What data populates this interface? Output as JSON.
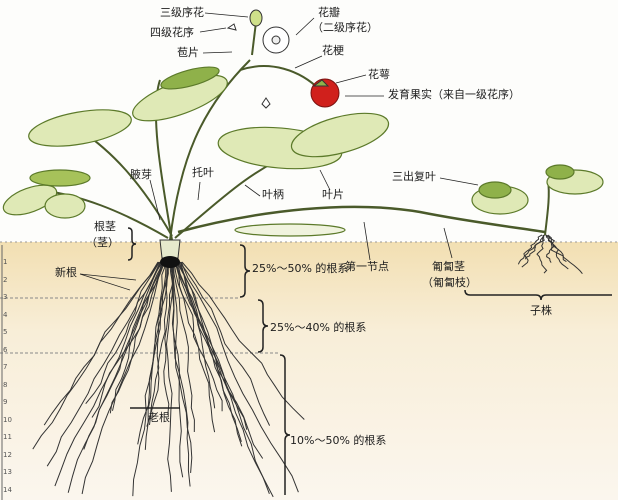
{
  "labels": {
    "tertiary_flower": "三级序花",
    "quaternary_inflorescence": "四级花序",
    "bract": "苞片",
    "petal": "花瓣",
    "secondary_flower": "（二级序花）",
    "pedicel": "花梗",
    "calyx": "花萼",
    "developing_fruit": "发育果实（来自一级花序）",
    "axillary_bud": "腋芽",
    "stipule": "托叶",
    "petiole": "叶柄",
    "leaf_blade": "叶片",
    "trifoliate_leaf": "三出复叶",
    "crown": "根茎",
    "crown_note": "（茎）",
    "new_roots": "新根",
    "first_node": "第一节点",
    "runner": "匍匐茎",
    "runner_note": "（匍匐枝）",
    "daughter_plant": "子株",
    "old_roots": "老根",
    "roots_layer1": "25%～50% 的根系",
    "roots_layer2": "25%～40% 的根系",
    "roots_layer3": "10%～50% 的根系"
  },
  "ruler": [
    "1",
    "2",
    "3",
    "4",
    "5",
    "6",
    "7",
    "8",
    "9",
    "10",
    "11",
    "12",
    "13",
    "14"
  ],
  "colors": {
    "leaf": "#8fb14a",
    "leaf_light": "#e9f0c8",
    "fruit": "#d0201c",
    "soil": "#f3e3bd"
  }
}
